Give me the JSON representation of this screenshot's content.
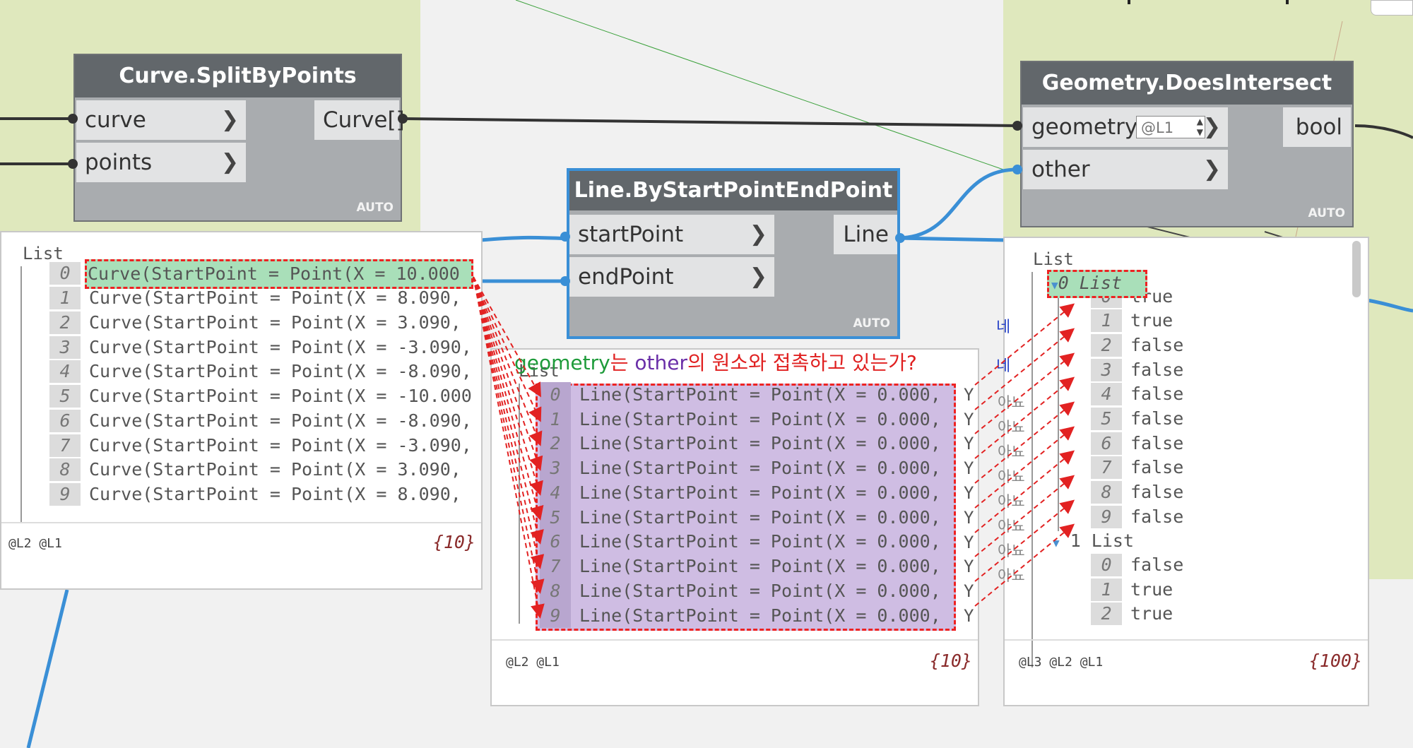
{
  "nodes": {
    "split": {
      "title": "Curve.SplitByPoints",
      "inputs": [
        "curve",
        "points"
      ],
      "output": "Curve[]",
      "auto": "AUTO"
    },
    "line": {
      "title": "Line.ByStartPointEndPoint",
      "inputs": [
        "startPoint",
        "endPoint"
      ],
      "output": "Line",
      "auto": "AUTO"
    },
    "intersect": {
      "title": "Geometry.DoesIntersect",
      "inputs": [
        "geometry",
        "other"
      ],
      "lacing": "@L1",
      "output": "bool",
      "auto": "AUTO"
    }
  },
  "preview_curves": {
    "header": "List",
    "items": [
      {
        "i": "0",
        "t": "Curve(StartPoint = Point(X = 10.000"
      },
      {
        "i": "1",
        "t": "Curve(StartPoint = Point(X = 8.090, "
      },
      {
        "i": "2",
        "t": "Curve(StartPoint = Point(X = 3.090, "
      },
      {
        "i": "3",
        "t": "Curve(StartPoint = Point(X = -3.090,"
      },
      {
        "i": "4",
        "t": "Curve(StartPoint = Point(X = -8.090,"
      },
      {
        "i": "5",
        "t": "Curve(StartPoint = Point(X = -10.000"
      },
      {
        "i": "6",
        "t": "Curve(StartPoint = Point(X = -8.090,"
      },
      {
        "i": "7",
        "t": "Curve(StartPoint = Point(X = -3.090,"
      },
      {
        "i": "8",
        "t": "Curve(StartPoint = Point(X = 3.090, "
      },
      {
        "i": "9",
        "t": "Curve(StartPoint = Point(X = 8.090, "
      }
    ],
    "levels": "@L2 @L1",
    "count": "{10}"
  },
  "preview_lines": {
    "header": "List",
    "items": [
      {
        "i": "0",
        "t": "Line(StartPoint = Point(X = 0.000,"
      },
      {
        "i": "1",
        "t": "Line(StartPoint = Point(X = 0.000,"
      },
      {
        "i": "2",
        "t": "Line(StartPoint = Point(X = 0.000,"
      },
      {
        "i": "3",
        "t": "Line(StartPoint = Point(X = 0.000,"
      },
      {
        "i": "4",
        "t": "Line(StartPoint = Point(X = 0.000,"
      },
      {
        "i": "5",
        "t": "Line(StartPoint = Point(X = 0.000,"
      },
      {
        "i": "6",
        "t": "Line(StartPoint = Point(X = 0.000,"
      },
      {
        "i": "7",
        "t": "Line(StartPoint = Point(X = 0.000,"
      },
      {
        "i": "8",
        "t": "Line(StartPoint = Point(X = 0.000,"
      },
      {
        "i": "9",
        "t": "Line(StartPoint = Point(X = 0.000,"
      }
    ],
    "y_mark": "Y",
    "levels": "@L2 @L1",
    "count": "{10}"
  },
  "preview_bools": {
    "header": "List",
    "sublist0": "0 List",
    "items0": [
      {
        "i": "0",
        "t": "true"
      },
      {
        "i": "1",
        "t": "true"
      },
      {
        "i": "2",
        "t": "false"
      },
      {
        "i": "3",
        "t": "false"
      },
      {
        "i": "4",
        "t": "false"
      },
      {
        "i": "5",
        "t": "false"
      },
      {
        "i": "6",
        "t": "false"
      },
      {
        "i": "7",
        "t": "false"
      },
      {
        "i": "8",
        "t": "false"
      },
      {
        "i": "9",
        "t": "false"
      }
    ],
    "sublist1": "1 List",
    "items1": [
      {
        "i": "0",
        "t": "false"
      },
      {
        "i": "1",
        "t": "true"
      },
      {
        "i": "2",
        "t": "true"
      }
    ],
    "levels": "@L3 @L2 @L1",
    "count": "{100}"
  },
  "annotation": {
    "geometry": "geometry",
    "part1": "는 ",
    "other": "other",
    "part2": "의 원소와 접촉하고 있는가?",
    "yes1": "네",
    "yes2": "네",
    "no": "아뇨"
  },
  "colors": {
    "wire_blue": "#3a8fd6",
    "group_green": "#dfe8bd",
    "highlight_green": "#a9dfb9",
    "highlight_purple": "#cfbde3",
    "dash_red": "#e22222"
  }
}
